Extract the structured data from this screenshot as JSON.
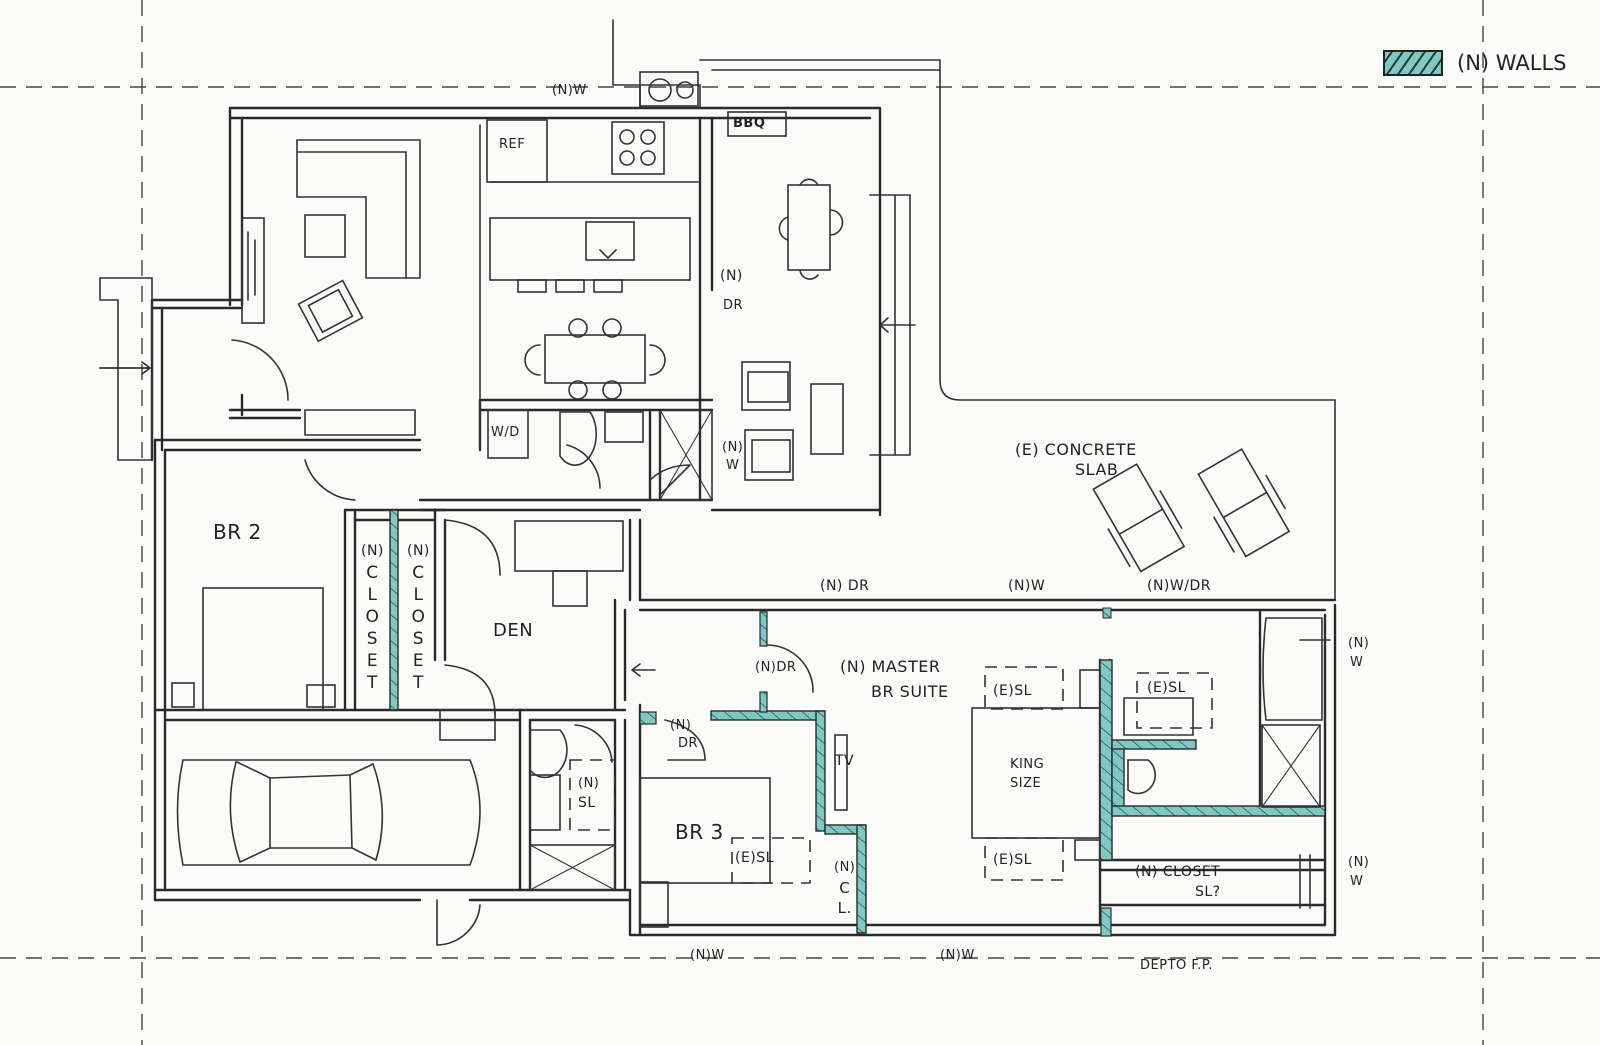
{
  "legend": {
    "swatch_color": "#7fc9c4",
    "label": "(N) WALLS"
  },
  "rooms": {
    "br2": "BR 2",
    "den": "DEN",
    "br3": "BR 3",
    "master": [
      "(N) MASTER",
      "BR SUITE"
    ],
    "king": [
      "KING",
      "SIZE"
    ],
    "concrete": [
      "(E) CONCRETE",
      "SLAB"
    ],
    "closet_a": {
      "tag": "(N)",
      "letters": [
        "C",
        "L",
        "O",
        "S",
        "E",
        "T"
      ]
    },
    "closet_b": {
      "tag": "(N)",
      "letters": [
        "C",
        "L",
        "O",
        "S",
        "E",
        "T"
      ]
    },
    "br3_closet": {
      "tag": "(N)",
      "letters": [
        "C",
        "L."
      ]
    },
    "master_closet": [
      "(N) CLOSET",
      "SL?"
    ]
  },
  "fixtures": {
    "ref": "REF",
    "bbq": "BBQ",
    "wd": "W/D",
    "tv": "TV"
  },
  "annotations": {
    "nw_top": "(N)W",
    "ndr_living": [
      "(N)",
      "DR"
    ],
    "nw_living": [
      "(N)",
      "W"
    ],
    "ndr_south": "(N) DR",
    "nw_south": "(N)W",
    "nwdr_south": "(N)W/DR",
    "nw_east_top": [
      "(N)",
      "W"
    ],
    "nw_east_bot": [
      "(N)",
      "W"
    ],
    "ndr_hall": "(N)DR",
    "ndr_br3": [
      "(N)",
      "DR"
    ],
    "nsl_bath": [
      "(N)",
      "SL"
    ],
    "esl_br3": "(E)SL",
    "esl_master_top": "(E)SL",
    "esl_master_bath": "(E)SL",
    "esl_master_bot": "(E)SL",
    "nw_bottom_left": "(N)W",
    "nw_bottom_mid": "(N)W",
    "depto": "DEPTO F.P."
  }
}
